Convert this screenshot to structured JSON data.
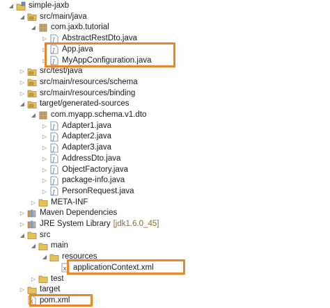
{
  "tree": {
    "rows": [
      {
        "label": "simple-jaxb",
        "icon": "project-icon",
        "twisty": "expanded",
        "level": 0
      },
      {
        "label": "src/main/java",
        "icon": "source-folder-icon",
        "twisty": "expanded",
        "level": 1
      },
      {
        "label": "com.jaxb.tutorial",
        "icon": "package-icon",
        "twisty": "expanded",
        "level": 2
      },
      {
        "label": "AbstractRestDto.java",
        "icon": "java-file-icon",
        "twisty": "collapsed",
        "level": 3
      },
      {
        "label": "App.java",
        "icon": "java-file-icon",
        "twisty": "collapsed",
        "level": 3
      },
      {
        "label": "MyAppConfiguration.java",
        "icon": "java-file-icon",
        "twisty": "collapsed",
        "level": 3
      },
      {
        "label": "src/test/java",
        "icon": "source-folder-icon",
        "twisty": "collapsed",
        "level": 1
      },
      {
        "label": "src/main/resources/schema",
        "icon": "source-folder-icon",
        "twisty": "collapsed",
        "level": 1
      },
      {
        "label": "src/main/resources/binding",
        "icon": "source-folder-icon",
        "twisty": "collapsed",
        "level": 1
      },
      {
        "label": "target/generated-sources",
        "icon": "source-folder-icon",
        "twisty": "expanded",
        "level": 1
      },
      {
        "label": "com.myapp.schema.v1.dto",
        "icon": "package-icon",
        "twisty": "expanded",
        "level": 2
      },
      {
        "label": "Adapter1.java",
        "icon": "java-file-icon",
        "twisty": "collapsed",
        "level": 3
      },
      {
        "label": "Adapter2.java",
        "icon": "java-file-icon",
        "twisty": "collapsed",
        "level": 3
      },
      {
        "label": "Adapter3.java",
        "icon": "java-file-icon",
        "twisty": "collapsed",
        "level": 3
      },
      {
        "label": "AddressDto.java",
        "icon": "java-file-icon",
        "twisty": "collapsed",
        "level": 3
      },
      {
        "label": "ObjectFactory.java",
        "icon": "java-file-icon",
        "twisty": "collapsed",
        "level": 3
      },
      {
        "label": "package-info.java",
        "icon": "java-file-icon",
        "twisty": "collapsed",
        "level": 3
      },
      {
        "label": "PersonRequest.java",
        "icon": "java-file-icon",
        "twisty": "collapsed",
        "level": 3
      },
      {
        "label": "META-INF",
        "icon": "folder-icon",
        "twisty": "collapsed",
        "level": 2
      },
      {
        "label": "Maven Dependencies",
        "icon": "library-icon",
        "twisty": "collapsed",
        "level": 1
      },
      {
        "label": "JRE System Library",
        "suffix": "[jdk1.6.0_45]",
        "icon": "library-icon",
        "twisty": "collapsed",
        "level": 1
      },
      {
        "label": "src",
        "icon": "folder-icon",
        "twisty": "expanded",
        "level": 1
      },
      {
        "label": "main",
        "icon": "folder-icon",
        "twisty": "expanded",
        "level": 2
      },
      {
        "label": "resources",
        "icon": "folder-icon",
        "twisty": "expanded",
        "level": 3
      },
      {
        "label": "applicationContext.xml",
        "icon": "xml-file-icon",
        "twisty": "none",
        "level": 4
      },
      {
        "label": "test",
        "icon": "folder-icon",
        "twisty": "collapsed",
        "level": 2
      },
      {
        "label": "target",
        "icon": "folder-icon",
        "twisty": "collapsed",
        "level": 1
      },
      {
        "label": "pom.xml",
        "icon": "xml-file-icon",
        "twisty": "none",
        "level": 1
      }
    ]
  },
  "colors": {
    "highlight": "#e8862a",
    "suffix": "#8a6d3b",
    "folder": "#e6c15a",
    "package": "#8a6a3a",
    "java": "#3b6db3"
  }
}
